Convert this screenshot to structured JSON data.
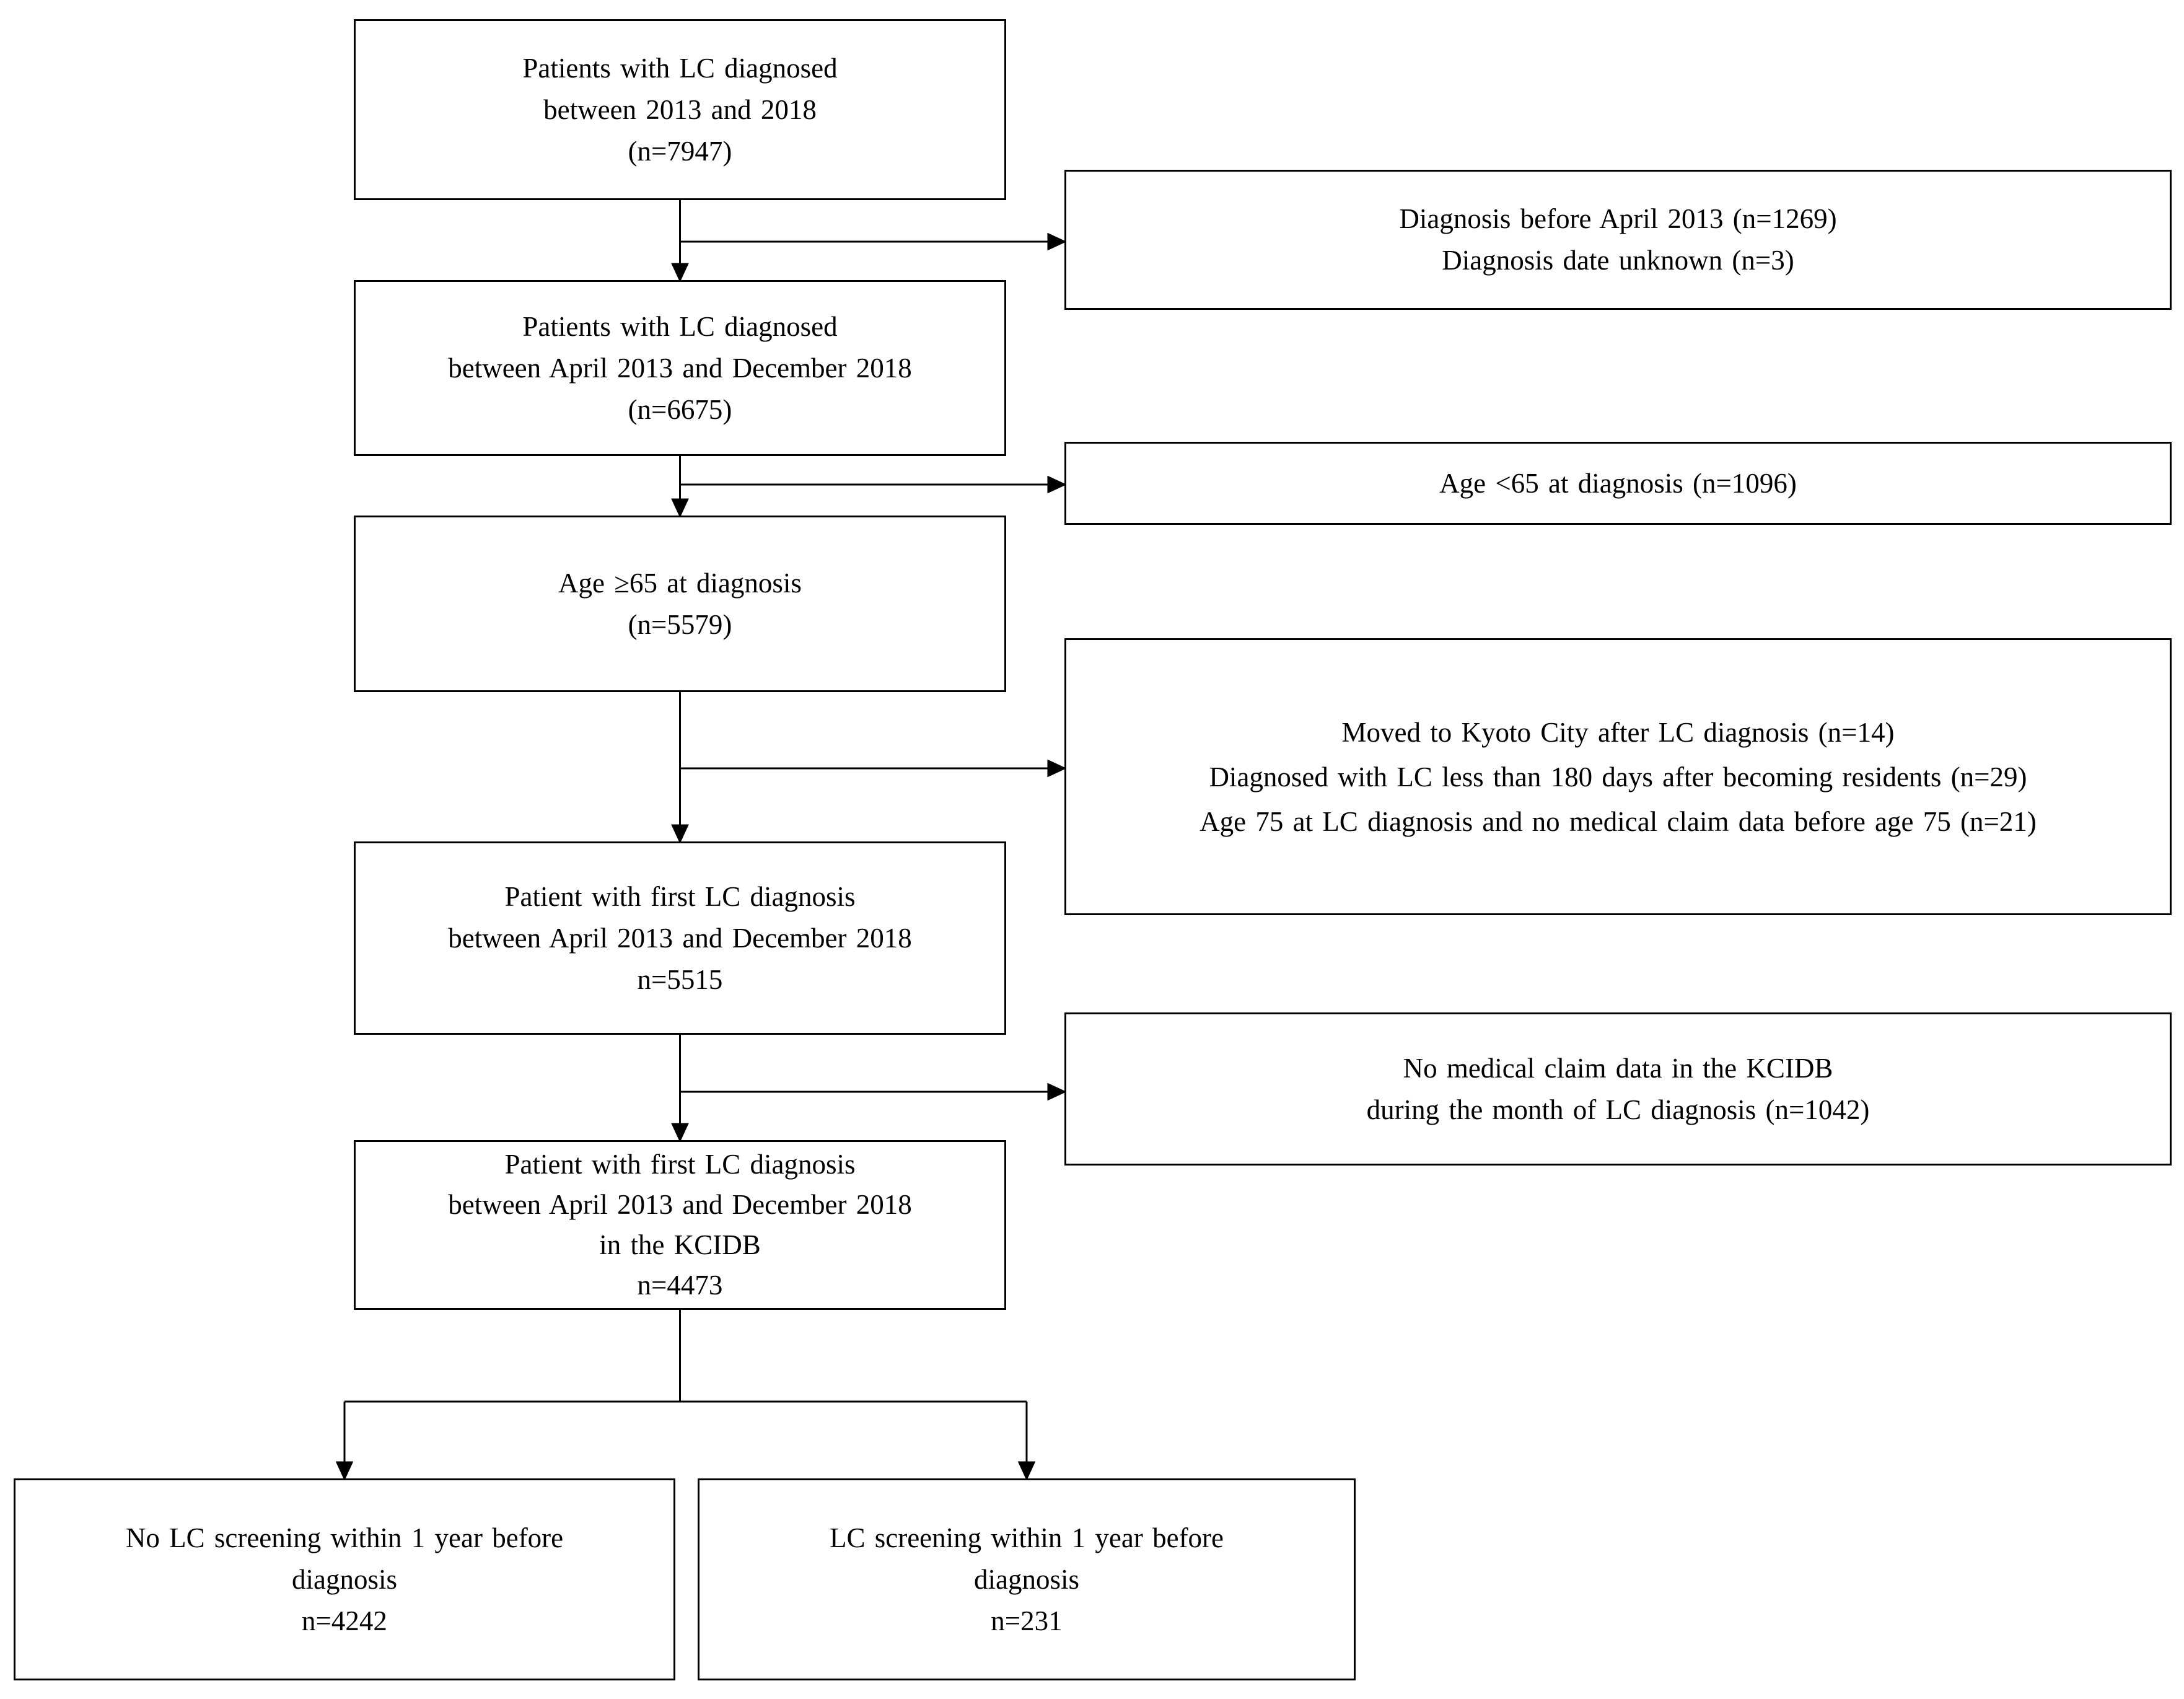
{
  "style": {
    "background_color": "#ffffff",
    "line_color": "#000000",
    "box_border_color": "#000000",
    "text_color": "#000000"
  },
  "flowchart": {
    "main_boxes": [
      {
        "lines": [
          "Patients with LC diagnosed",
          "between 2013 and 2018",
          "(n=7947)"
        ]
      },
      {
        "lines": [
          "Patients with LC diagnosed",
          "between April 2013 and December 2018",
          "(n=6675)"
        ]
      },
      {
        "lines": [
          "Age ≥65 at diagnosis",
          "(n=5579)"
        ]
      },
      {
        "lines": [
          "Patient with first LC diagnosis",
          "between April 2013 and December 2018",
          "n=5515"
        ]
      },
      {
        "lines": [
          "Patient with first LC diagnosis",
          "between April 2013 and December 2018",
          "in the KCIDB",
          "n=4473"
        ]
      }
    ],
    "exclusion_boxes": [
      {
        "lines": [
          "Diagnosis before April 2013 (n=1269)",
          "Diagnosis date unknown (n=3)"
        ]
      },
      {
        "lines": [
          "Age <65 at diagnosis (n=1096)"
        ]
      },
      {
        "lines": [
          "Moved to Kyoto City after LC diagnosis (n=14)",
          "Diagnosed with LC less than 180 days after becoming residents (n=29)",
          "Age 75 at LC diagnosis and no medical claim data before age 75 (n=21)"
        ]
      },
      {
        "lines": [
          "No medical claim data in the KCIDB",
          "during the month of LC diagnosis (n=1042)"
        ]
      }
    ],
    "outcome_boxes": [
      {
        "lines": [
          "No LC screening within 1 year before",
          "diagnosis",
          "n=4242"
        ]
      },
      {
        "lines": [
          "LC screening within 1 year before",
          "diagnosis",
          "n=231"
        ]
      }
    ]
  }
}
